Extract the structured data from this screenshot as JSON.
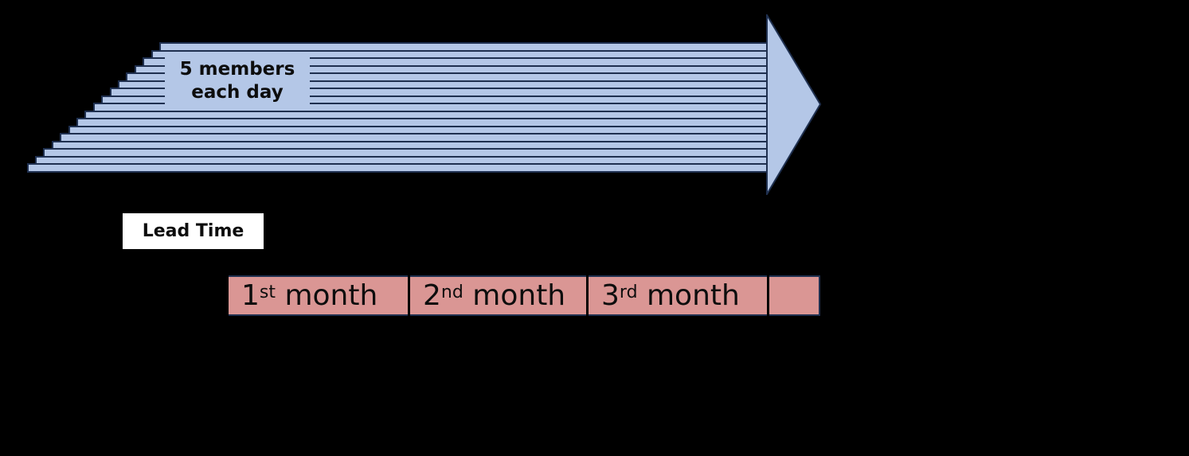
{
  "diagram": {
    "title": "",
    "background": "#000000",
    "arrow": {
      "fill": "#b4c7e7",
      "stroke": "#1f3050",
      "stripe_count": 17,
      "label_line1": "5 members",
      "label_line2": "each day"
    },
    "lead_time": {
      "label": "Lead Time"
    },
    "months": [
      {
        "num": "1",
        "suffix": "st",
        "word": "month"
      },
      {
        "num": "2",
        "suffix": "nd",
        "word": "month"
      },
      {
        "num": "3",
        "suffix": "rd",
        "word": "month"
      },
      {
        "num": "",
        "suffix": "",
        "word": ""
      }
    ],
    "colors": {
      "arrow_fill": "#b4c7e7",
      "arrow_stroke": "#1f3050",
      "month_fill": "#da9694",
      "lead_time_fill": "#ffffff"
    }
  }
}
